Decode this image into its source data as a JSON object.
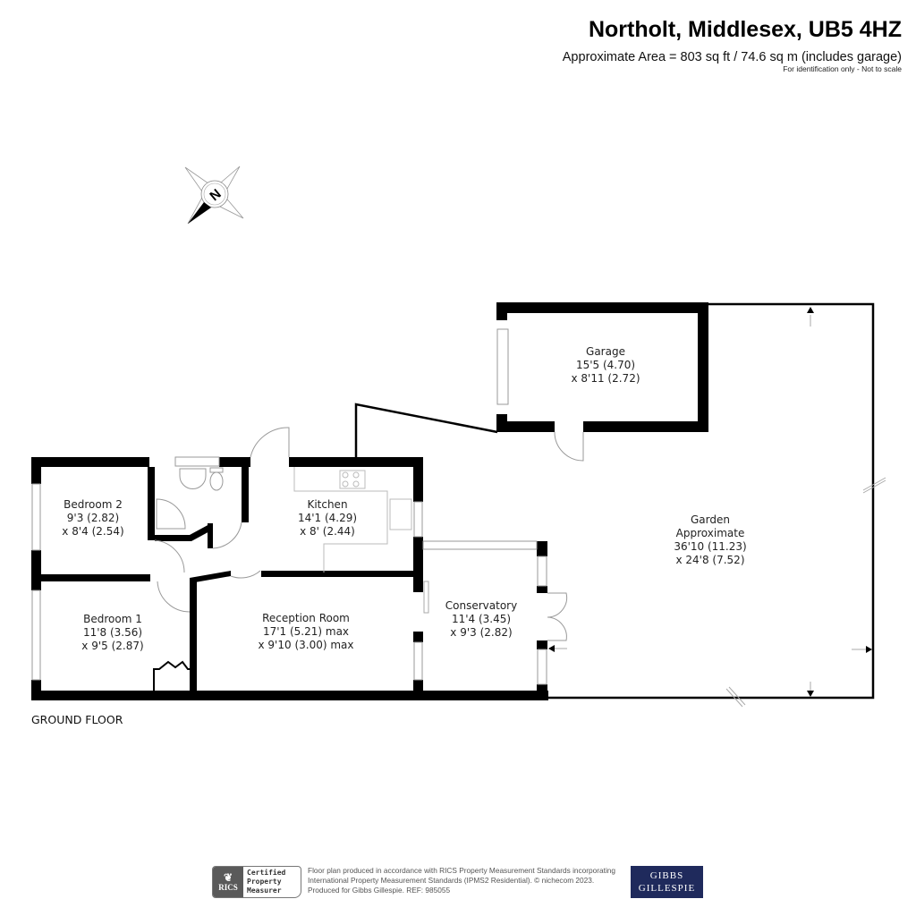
{
  "header": {
    "title": "Northolt, Middlesex, UB5 4HZ",
    "area": "Approximate Area = 803 sq ft / 74.6 sq m (includes garage)",
    "note": "For identification only - Not to scale"
  },
  "compass": {
    "label": "N",
    "icon": "compass-north-icon"
  },
  "rooms": [
    {
      "name": "Garage",
      "dim1": "15'5 (4.70)",
      "dim2": "x 8'11 (2.72)"
    },
    {
      "name": "Bedroom 2",
      "dim1": "9'3 (2.82)",
      "dim2": "x 8'4 (2.54)"
    },
    {
      "name": "Kitchen",
      "dim1": "14'1 (4.29)",
      "dim2": "x 8' (2.44)"
    },
    {
      "name": "Garden",
      "sub": "Approximate",
      "dim1": "36'10  (11.23)",
      "dim2": "x 24'8 (7.52)"
    },
    {
      "name": "Bedroom 1",
      "dim1": "11'8 (3.56)",
      "dim2": "x 9'5 (2.87)"
    },
    {
      "name": "Reception Room",
      "dim1": "17'1 (5.21) max",
      "dim2": "x 9'10 (3.00) max"
    },
    {
      "name": "Conservatory",
      "dim1": "11'4 (3.45)",
      "dim2": "x 9'3 (2.82)"
    }
  ],
  "floor_label": "GROUND FLOOR",
  "footer": {
    "rics_badge": "RICS",
    "rics_glyph": "❦",
    "rics_cert_1": "Certified",
    "rics_cert_2": "Property",
    "rics_cert_3": "Measurer",
    "line1": "Floor plan produced in accordance with RICS Property Measurement Standards incorporating",
    "line2": "International Property Measurement Standards (IPMS2 Residential).   © nichecom 2023.",
    "line3": "Produced for Gibbs Gillespie.   REF:  985055",
    "brand_1": "GIBBS",
    "brand_2": "GILLESPIE",
    "brand_color": "#1f2a5c"
  }
}
